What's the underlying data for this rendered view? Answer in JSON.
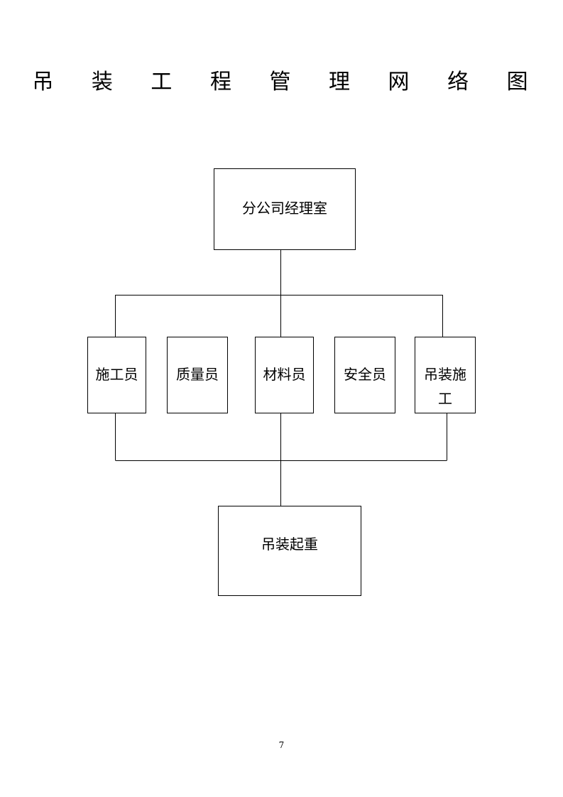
{
  "title": "吊 装 工 程 管 理 网 络 图",
  "nodes": {
    "top": "分公司经理室",
    "roles": [
      "施工员",
      "质量员",
      "材料员",
      "安全员",
      "吊装施工"
    ],
    "bottom": "吊装起重"
  },
  "page_number": "7"
}
